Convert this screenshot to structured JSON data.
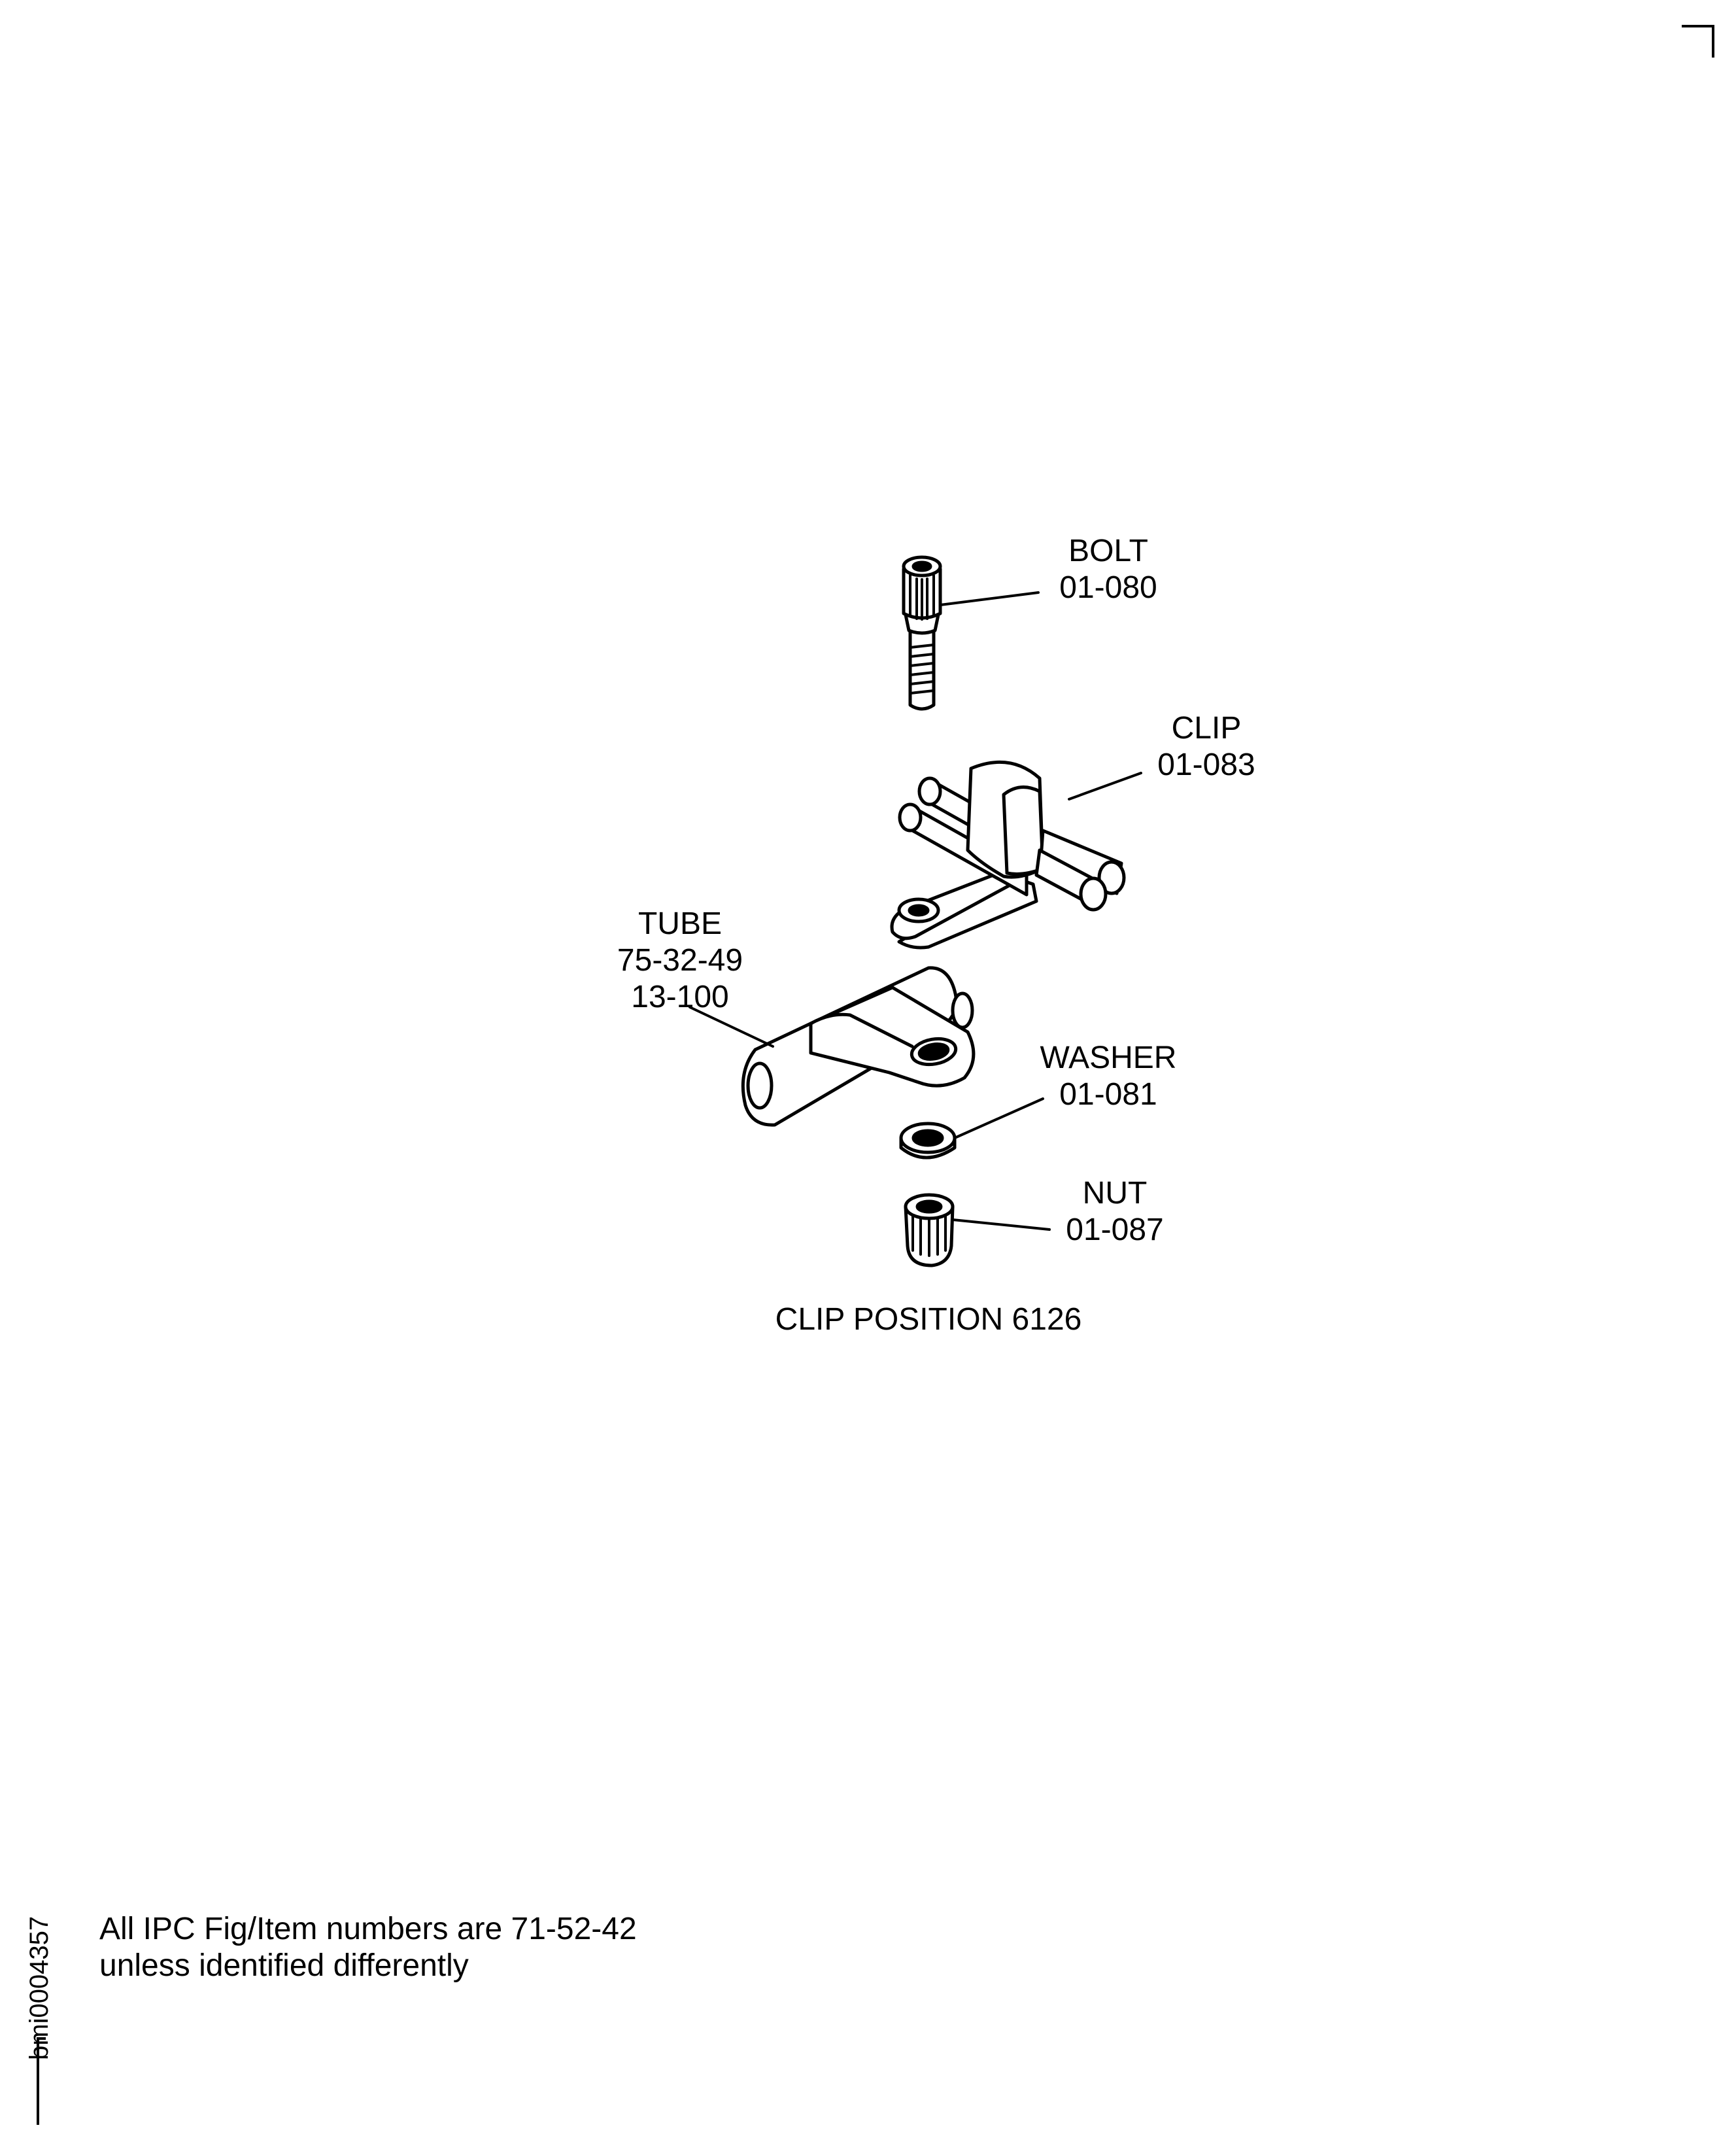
{
  "callouts": {
    "bolt": {
      "name": "BOLT",
      "number": "01-080"
    },
    "clip": {
      "name": "CLIP",
      "number": "01-083"
    },
    "tube": {
      "name": "TUBE",
      "number": "75-32-49",
      "sub_number": "13-100"
    },
    "washer": {
      "name": "WASHER",
      "number": "01-081"
    },
    "nut": {
      "name": "NUT",
      "number": "01-087"
    }
  },
  "caption": "CLIP POSITION 6126",
  "note": {
    "line1": "All IPC Fig/Item numbers are 71-52-42",
    "line2": "unless identified differently"
  },
  "document_id": "bmi0004357"
}
